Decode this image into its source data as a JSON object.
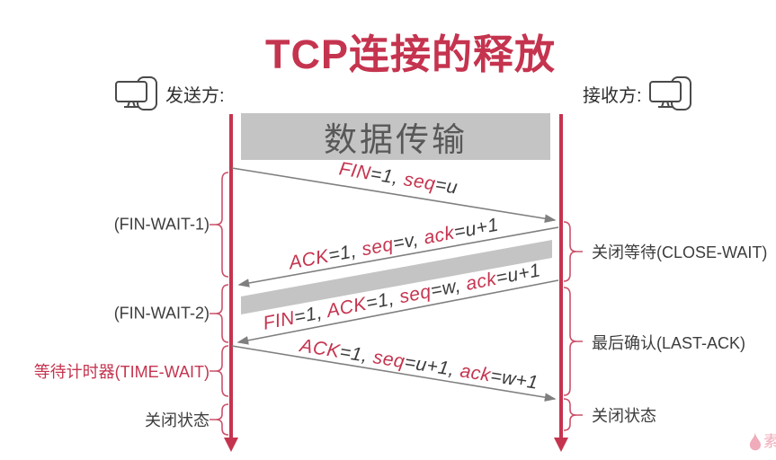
{
  "title": "TCP连接的释放",
  "sender": {
    "label": "发送方:"
  },
  "receiver": {
    "label": "接收方:"
  },
  "data_transfer_box": "数据传输",
  "messages": [
    {
      "name": "fin-request",
      "segments": [
        {
          "t": "FIN",
          "c": "accent"
        },
        {
          "t": "=1, ",
          "c": "dark"
        },
        {
          "t": "seq",
          "c": "accent"
        },
        {
          "t": "=u",
          "c": "dark"
        }
      ]
    },
    {
      "name": "ack-response",
      "segments": [
        {
          "t": "ACK",
          "c": "accent"
        },
        {
          "t": "=1, ",
          "c": "dark"
        },
        {
          "t": "seq",
          "c": "accent"
        },
        {
          "t": "=v, ",
          "c": "dark"
        },
        {
          "t": "ack",
          "c": "accent"
        },
        {
          "t": "=u+1",
          "c": "dark"
        }
      ]
    },
    {
      "name": "fin-ack",
      "segments": [
        {
          "t": "FIN",
          "c": "accent"
        },
        {
          "t": "=1, ",
          "c": "dark"
        },
        {
          "t": "ACK",
          "c": "accent"
        },
        {
          "t": "=1, ",
          "c": "dark"
        },
        {
          "t": "seq",
          "c": "accent"
        },
        {
          "t": "=w, ",
          "c": "dark"
        },
        {
          "t": "ack",
          "c": "accent"
        },
        {
          "t": "=u+1",
          "c": "dark"
        }
      ]
    },
    {
      "name": "final-ack",
      "segments": [
        {
          "t": "ACK",
          "c": "accent"
        },
        {
          "t": "=1, ",
          "c": "dark"
        },
        {
          "t": "seq",
          "c": "accent"
        },
        {
          "t": "=u+1, ",
          "c": "dark"
        },
        {
          "t": "ack",
          "c": "accent"
        },
        {
          "t": "=w+1",
          "c": "dark"
        }
      ]
    }
  ],
  "states_left": [
    "(FIN-WAIT-1)",
    "(FIN-WAIT-2)",
    "等待计时器(TIME-WAIT)",
    "关闭状态"
  ],
  "states_right": [
    "关闭等待(CLOSE-WAIT)",
    "最后确认(LAST-ACK)",
    "关闭状态"
  ],
  "watermark": {
    "text": "素"
  },
  "colors": {
    "accent": "#C5344F",
    "accentLight": "#CC5069",
    "dark": "#3C3C3C",
    "gray_arrow": "#7F7F7F",
    "gray_box": "#C4C4C4",
    "gray_box_text": "#585858",
    "watermark": "#F0ACBA"
  }
}
